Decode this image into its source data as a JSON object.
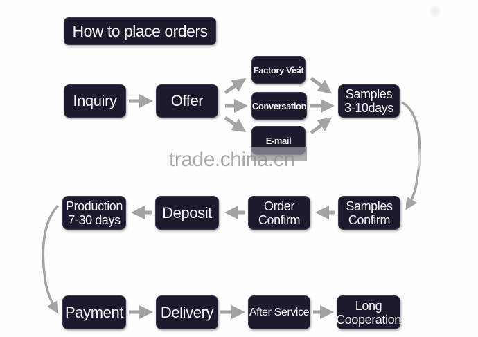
{
  "title": "How to place orders",
  "colors": {
    "box_fill": "#1c1a2c",
    "box_text": "#f4f4f6",
    "arrow": "#a3a3a3",
    "background": "#fefefe"
  },
  "steps": {
    "inquiry": "Inquiry",
    "offer": "Offer",
    "factory_visit": "Factory Visit",
    "conversation": "Conversation",
    "email": "E-mail",
    "samples_days": "Samples\n3-10days",
    "samples_confirm": "Samples\nConfirm",
    "order_confirm": "Order\nConfirm",
    "deposit": "Deposit",
    "production": "Production\n7-30 days",
    "payment": "Payment",
    "delivery": "Delivery",
    "after_service": "After Service",
    "long_cooperation": "Long\nCooperation"
  },
  "flow": [
    [
      "inquiry",
      "offer"
    ],
    [
      "offer",
      "factory_visit"
    ],
    [
      "offer",
      "conversation"
    ],
    [
      "offer",
      "email"
    ],
    [
      "factory_visit",
      "samples_days"
    ],
    [
      "conversation",
      "samples_days"
    ],
    [
      "email",
      "samples_days"
    ],
    [
      "samples_days",
      "samples_confirm"
    ],
    [
      "samples_confirm",
      "order_confirm"
    ],
    [
      "order_confirm",
      "deposit"
    ],
    [
      "deposit",
      "production"
    ],
    [
      "production",
      "payment"
    ],
    [
      "payment",
      "delivery"
    ],
    [
      "delivery",
      "after_service"
    ],
    [
      "after_service",
      "long_cooperation"
    ]
  ],
  "watermark": "trade.china.cn"
}
